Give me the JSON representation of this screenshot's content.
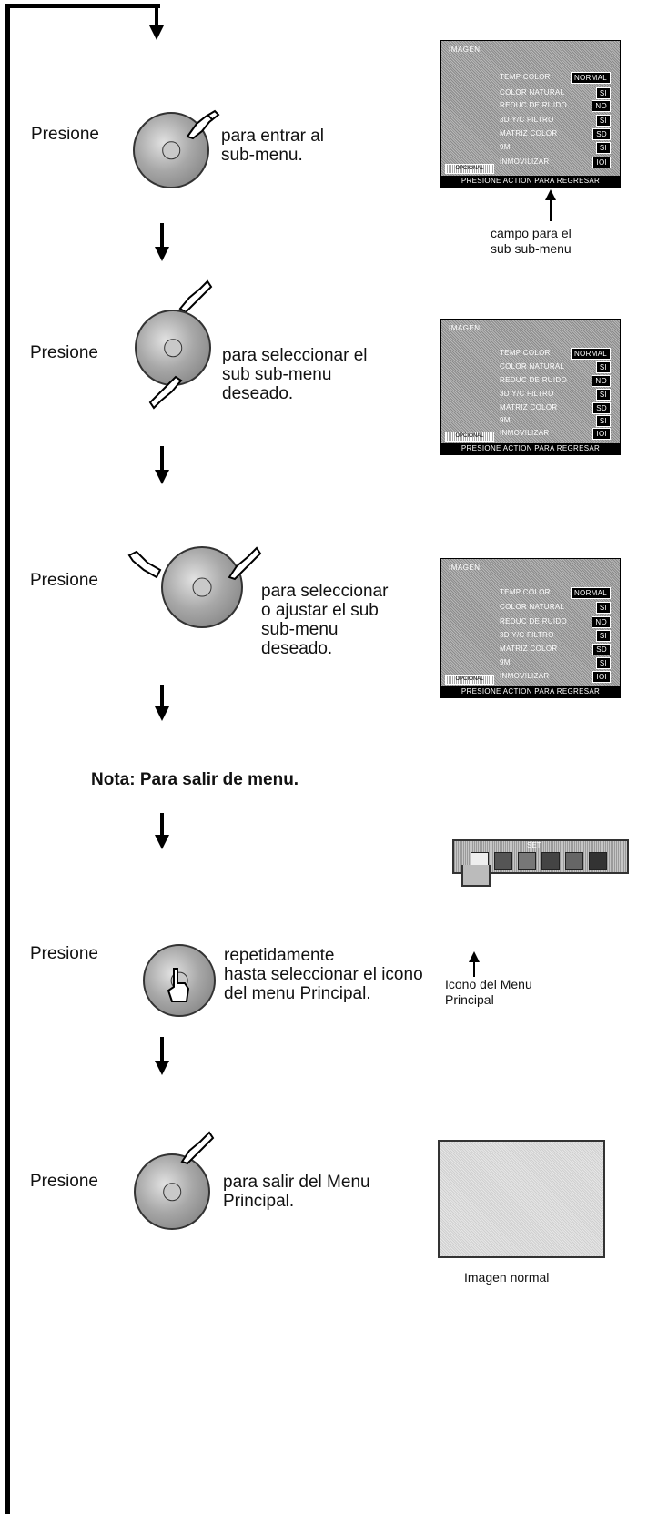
{
  "steps": [
    {
      "press": "Presione",
      "action": "para entrar al\nsub-menu."
    },
    {
      "press": "Presione",
      "action": "para seleccionar el\nsub sub-menu\ndeseado."
    },
    {
      "press": "Presione",
      "action": "para seleccionar\no ajustar el sub\nsub-menu\ndeseado."
    },
    {
      "press": "Presione",
      "action": "repetidamente\nhasta seleccionar el icono\ndel menu Principal."
    },
    {
      "press": "Presione",
      "action": "para salir del Menu\nPrincipal."
    }
  ],
  "note": "Nota: Para salir de menu.",
  "captions": {
    "field": "campo  para  el\nsub sub-menu",
    "icon": "Icono del Menu\nPrincipal",
    "normal": "Imagen normal"
  },
  "osd": {
    "title": "IMAGEN",
    "items": [
      {
        "label": "TEMP COLOR",
        "value": "NORMAL"
      },
      {
        "label": "COLOR NATURAL",
        "value": "SI"
      },
      {
        "label": "REDUC DE RUIDO",
        "value": "NO"
      },
      {
        "label": "3D Y/C FILTRO",
        "value": "SI"
      },
      {
        "label": "MATRIZ COLOR",
        "value": "SD"
      },
      {
        "label": "9M",
        "value": "SI"
      },
      {
        "label": "INMOVILIZAR",
        "value": "IOI"
      }
    ],
    "option_label": "OPCIONAL",
    "footer": "PRESIONE ACTION PARA REGRESAR"
  },
  "main_menu": {
    "label": "SET"
  }
}
